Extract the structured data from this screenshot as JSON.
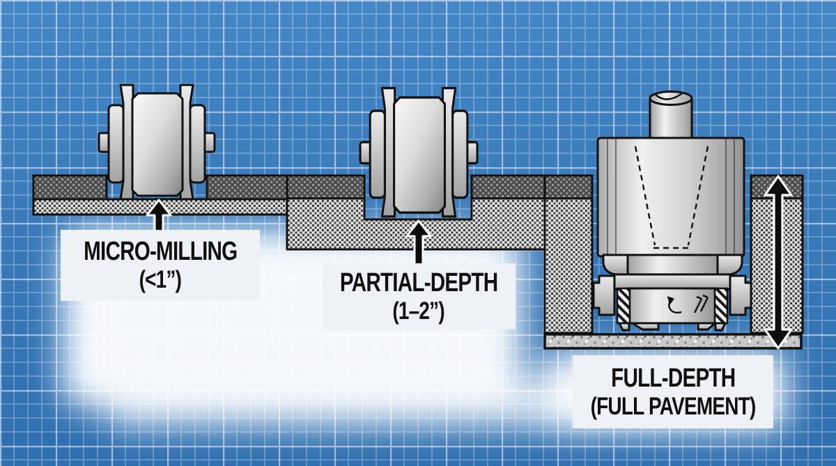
{
  "figure": {
    "labels": {
      "micro": {
        "title": "MICRO-MILLING",
        "size": "(<1”)"
      },
      "partial": {
        "title": "PARTIAL-DEPTH",
        "size": "(1–2”)"
      },
      "full": {
        "title": "FULL-DEPTH",
        "size": "(FULL PAVEMENT)"
      }
    },
    "icons": [
      "milling-drum-icon",
      "milling-drum-icon",
      "full-depth-reclaimer-bit-icon",
      "up-arrow-pointer-icon",
      "up-arrow-pointer-icon",
      "full-depth-double-arrow-icon"
    ],
    "colors": {
      "background_blue": "#3a79b8",
      "grid_line_minor": "#6fa3cf",
      "grid_line_major": "#b4d2e8",
      "pavement_top_dark": "#4d4d4d",
      "pavement_base_light": "#dadada",
      "gravel_base": "#c8c8c8",
      "glow_white": "#ffffff",
      "label_background": "#eef2f7",
      "label_text": "#101010",
      "machine_metal_light": "#f2f2f2",
      "machine_metal_dark": "#8a8a8a",
      "outline_black": "#101010"
    }
  }
}
